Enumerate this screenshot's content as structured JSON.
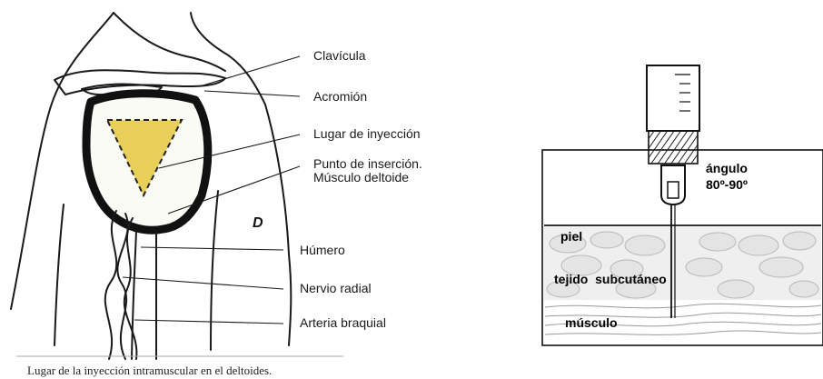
{
  "left_figure": {
    "labels": {
      "clavicula": "Clavícula",
      "acromion": "Acromión",
      "lugar_inyeccion": "Lugar de inyección",
      "punto_insercion": "Punto de inserción.",
      "musculo_deltoide": "Músculo deltoide",
      "humero": "Húmero",
      "nervio_radial": "Nervio radial",
      "arteria_braquial": "Arteria braquial"
    },
    "caption": "Lugar de la inyección intramuscular en el deltoides.",
    "highlight_color": "#e8cf5a"
  },
  "right_figure": {
    "angle_label_line1": "ángulo",
    "angle_label_line2": "80º-90º",
    "layers": {
      "piel": "piel",
      "tejido": "tejido  subcutáneo",
      "musculo": "músculo"
    }
  }
}
